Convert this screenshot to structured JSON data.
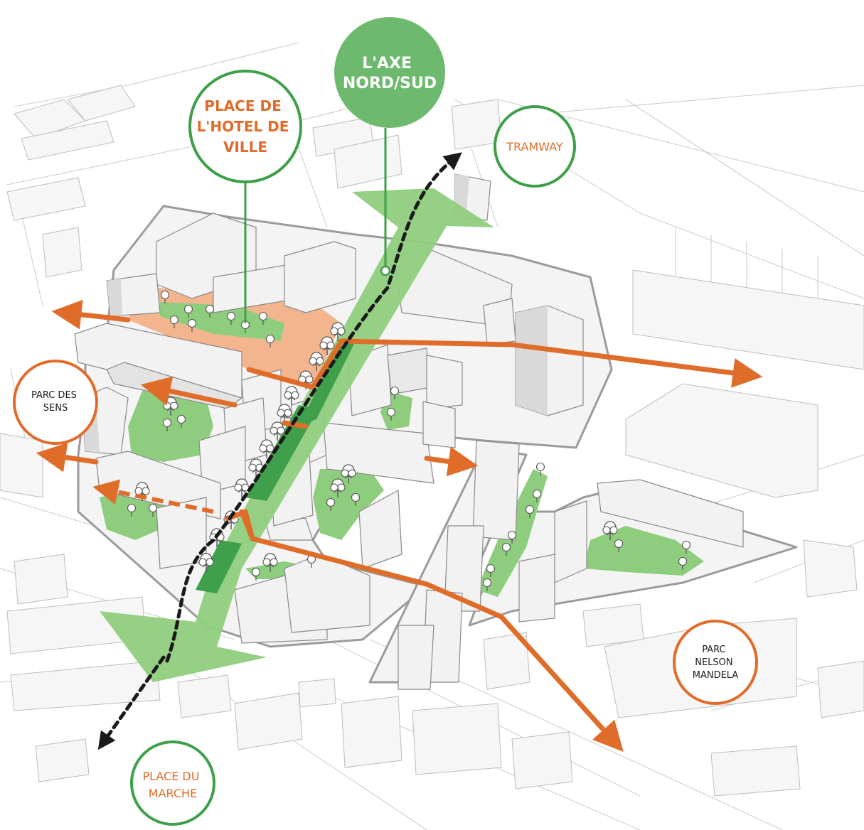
{
  "colors": {
    "green_dark": "#3f9f4a",
    "green_light": "#8fcd7e",
    "green_fill": "#6db96d",
    "orange": "#e06c2a",
    "peach": "#f3b58d",
    "building": "#f2f2f2",
    "block_stroke": "#9b9b9b",
    "black": "#1a1a1a"
  },
  "labels": {
    "axe": [
      "L'AXE",
      "NORD/SUD"
    ],
    "hotel": [
      "PLACE DE",
      "L'HOTEL DE",
      "VILLE"
    ],
    "tramway": [
      "TRAMWAY"
    ],
    "parc_sens": [
      "PARC DES",
      "SENS"
    ],
    "parc_mandela": [
      "PARC",
      "NELSON",
      "MANDELA"
    ],
    "place_marche": [
      "PLACE DU",
      "MARCHE"
    ]
  },
  "icons": {
    "arrow": "arrow-icon",
    "tree": "tree-icon"
  }
}
